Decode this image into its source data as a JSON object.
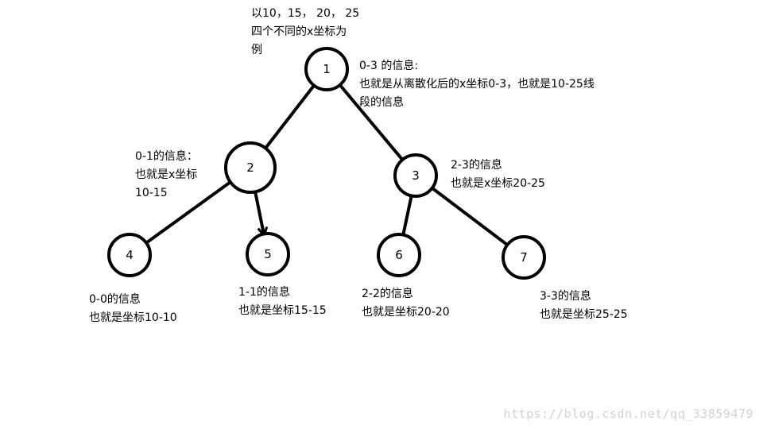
{
  "intro": {
    "lines": [
      "以10，15， 20， 25",
      "四个不同的x坐标为",
      "例"
    ]
  },
  "nodes": [
    {
      "id": "1",
      "label": "1"
    },
    {
      "id": "2",
      "label": "2"
    },
    {
      "id": "3",
      "label": "3"
    },
    {
      "id": "4",
      "label": "4"
    },
    {
      "id": "5",
      "label": "5"
    },
    {
      "id": "6",
      "label": "6"
    },
    {
      "id": "7",
      "label": "7"
    }
  ],
  "edges": [
    {
      "from": "1",
      "to": "2"
    },
    {
      "from": "1",
      "to": "3"
    },
    {
      "from": "2",
      "to": "4"
    },
    {
      "from": "2",
      "to": "5"
    },
    {
      "from": "3",
      "to": "6"
    },
    {
      "from": "3",
      "to": "7"
    }
  ],
  "annotations": {
    "node1": {
      "lines": [
        "0-3 的信息:",
        "也就是从离散化后的x坐标0-3，也就是10-25线",
        "段的信息"
      ]
    },
    "node2": {
      "lines": [
        "0-1的信息：",
        "也就是x坐标",
        "10-15"
      ]
    },
    "node3": {
      "lines": [
        "2-3的信息",
        "也就是x坐标20-25"
      ]
    },
    "node4": {
      "lines": [
        "0-0的信息",
        "也就是坐标10-10"
      ]
    },
    "node5": {
      "lines": [
        "1-1的信息",
        "也就是坐标15-15"
      ]
    },
    "node6": {
      "lines": [
        "2-2的信息",
        "也就是坐标20-20"
      ]
    },
    "node7": {
      "lines": [
        "3-3的信息",
        "也就是坐标25-25"
      ]
    }
  },
  "watermark": "https://blog.csdn.net/qq_33859479",
  "colors": {
    "ink": "#000000",
    "watermark": "#d2d2d2",
    "background": "#ffffff"
  }
}
